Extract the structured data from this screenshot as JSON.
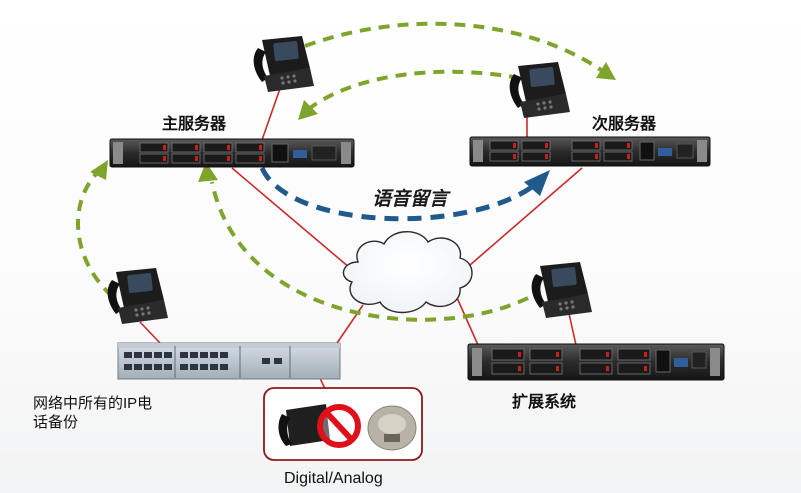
{
  "labels": {
    "primary_server": "主服务器",
    "secondary_server": "次服务器",
    "voicemail": "语音留言",
    "expansion_system": "扩展系统",
    "ip_phone_backup": "网络中所有的IP电话备份",
    "digital_analog": "Digital/Analog"
  },
  "colors": {
    "link_line": "#cc2a2a",
    "failover_arrow": "#7fa42c",
    "voicemail_arrow": "#1f5a8c",
    "prohibited": "#e0101b",
    "box_border": "#8b1a1a"
  },
  "icons": {
    "phone": "ip-desk-phone-icon",
    "server": "rack-server-icon",
    "cloud": "network-cloud-icon",
    "gateway": "media-gateway-icon",
    "prohibited": "prohibited-sign-icon"
  }
}
